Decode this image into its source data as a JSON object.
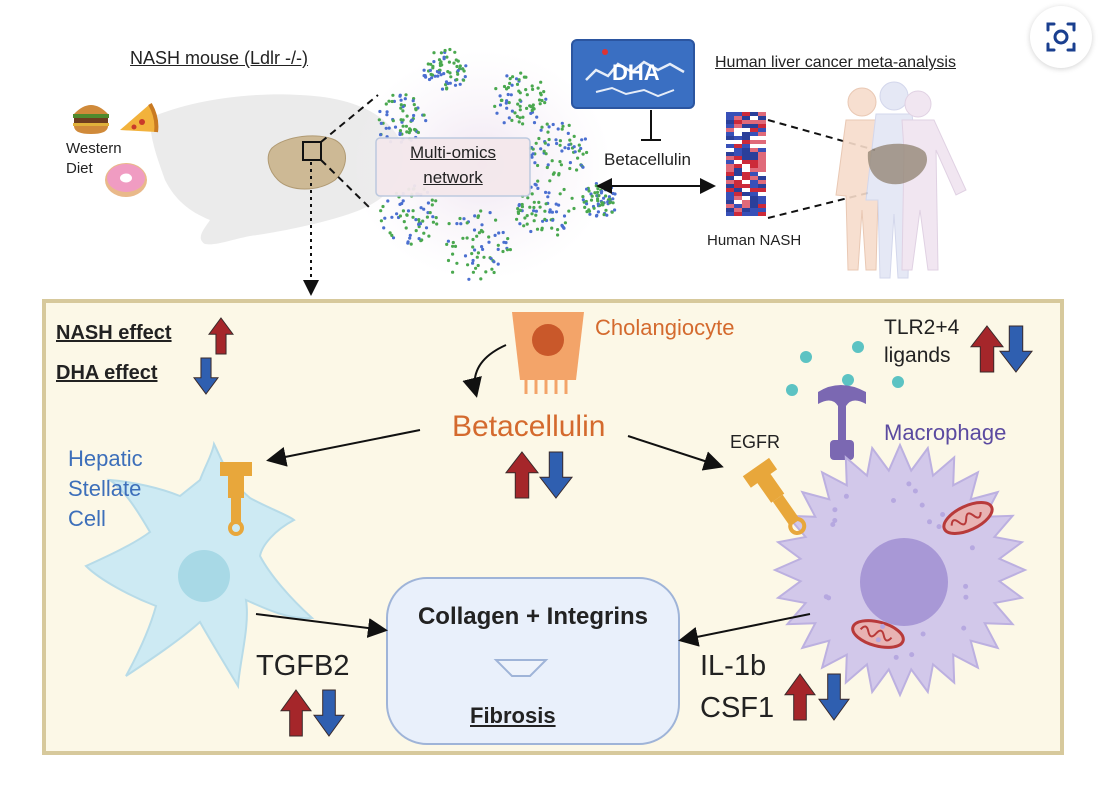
{
  "top": {
    "mouse_title": "NASH mouse (Ldlr -/-)",
    "diet_line1": "Western",
    "diet_line2": "Diet",
    "network_line1": "Multi-omics",
    "network_line2": "network",
    "dha": "DHA",
    "betacellulin": "Betacellulin",
    "human_title": "Human liver cancer meta-analysis",
    "human_nash": "Human NASH"
  },
  "legend": {
    "nash_effect": "NASH effect",
    "dha_effect": "DHA effect"
  },
  "panel": {
    "cholangiocyte": "Cholangiocyte",
    "betacellulin": "Betacellulin",
    "tlr_line1": "TLR2+4",
    "tlr_line2": "ligands",
    "egfr": "EGFR",
    "macrophage": "Macrophage",
    "hsc_line1": "Hepatic",
    "hsc_line2": "Stellate",
    "hsc_line3": "Cell",
    "collagen": "Collagen + Integrins",
    "fibrosis": "Fibrosis",
    "tgfb2": "TGFB2",
    "il1b": "IL-1b",
    "csf1": "CSF1"
  },
  "colors": {
    "up_arrow": "#a5262a",
    "down_arrow": "#2f5fb0",
    "panel_bg": "#fcf8e7",
    "panel_border": "#d7c99c",
    "cholangiocyte": "#f3a469",
    "stellate": "#cdeaf3",
    "macrophage": "#d2c8ea",
    "egfr": "#e8a73b",
    "betacellulin_text": "#d46a2e",
    "hsc_text": "#3d6fba",
    "macrophage_text": "#5b4aa0"
  },
  "icons": [
    "burger-icon",
    "pizza-icon",
    "donut-icon",
    "camera-lens-icon"
  ]
}
